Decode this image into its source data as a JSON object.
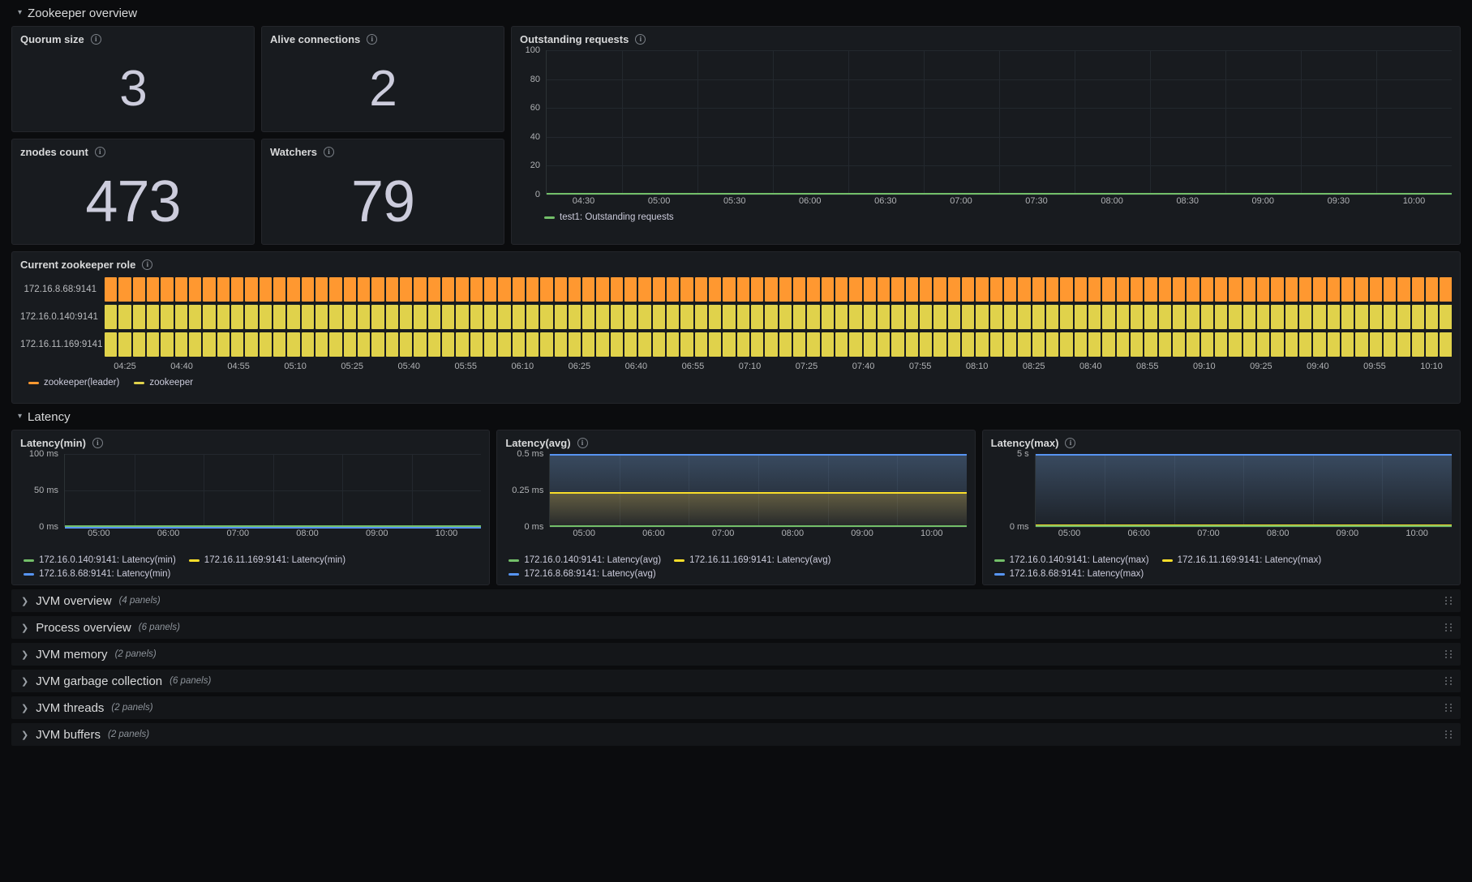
{
  "rows": {
    "zookeeper": {
      "title": "Zookeeper overview",
      "caret": "chevron-down-icon"
    },
    "latency": {
      "title": "Latency",
      "caret": "chevron-down-icon"
    }
  },
  "stats": [
    {
      "title": "Quorum size",
      "value": "3"
    },
    {
      "title": "Alive connections",
      "value": "2"
    },
    {
      "title": "znodes count",
      "value": "473"
    },
    {
      "title": "Watchers",
      "value": "79"
    }
  ],
  "outstanding": {
    "title": "Outstanding requests",
    "legend": [
      {
        "label": "test1: Outstanding requests",
        "color": "#73bf69"
      }
    ]
  },
  "role": {
    "title": "Current zookeeper role",
    "rows": [
      "172.16.8.68:9141",
      "172.16.0.140:9141",
      "172.16.11.169:9141"
    ],
    "legend": [
      {
        "label": "zookeeper(leader)",
        "color": "#ff9830"
      },
      {
        "label": "zookeeper",
        "color": "#e0d24b"
      }
    ],
    "xticks": [
      "04:25",
      "04:40",
      "04:55",
      "05:10",
      "05:25",
      "05:40",
      "05:55",
      "06:10",
      "06:25",
      "06:40",
      "06:55",
      "07:10",
      "07:25",
      "07:40",
      "07:55",
      "08:10",
      "08:25",
      "08:40",
      "08:55",
      "09:10",
      "09:25",
      "09:40",
      "09:55",
      "10:10"
    ]
  },
  "latency_panels": [
    {
      "title": "Latency(min)",
      "legend": [
        {
          "label": "172.16.0.140:9141: Latency(min)",
          "color": "#73bf69"
        },
        {
          "label": "172.16.11.169:9141: Latency(min)",
          "color": "#fade2a"
        },
        {
          "label": "172.16.8.68:9141: Latency(min)",
          "color": "#5794f2"
        }
      ]
    },
    {
      "title": "Latency(avg)",
      "legend": [
        {
          "label": "172.16.0.140:9141: Latency(avg)",
          "color": "#73bf69"
        },
        {
          "label": "172.16.11.169:9141: Latency(avg)",
          "color": "#fade2a"
        },
        {
          "label": "172.16.8.68:9141: Latency(avg)",
          "color": "#5794f2"
        }
      ]
    },
    {
      "title": "Latency(max)",
      "legend": [
        {
          "label": "172.16.0.140:9141: Latency(max)",
          "color": "#73bf69"
        },
        {
          "label": "172.16.11.169:9141: Latency(max)",
          "color": "#fade2a"
        },
        {
          "label": "172.16.8.68:9141: Latency(max)",
          "color": "#5794f2"
        }
      ]
    }
  ],
  "collapsed_rows": [
    {
      "title": "JVM overview",
      "count": "(4 panels)"
    },
    {
      "title": "Process overview",
      "count": "(6 panels)"
    },
    {
      "title": "JVM memory",
      "count": "(2 panels)"
    },
    {
      "title": "JVM garbage collection",
      "count": "(6 panels)"
    },
    {
      "title": "JVM threads",
      "count": "(2 panels)"
    },
    {
      "title": "JVM buffers",
      "count": "(2 panels)"
    }
  ],
  "chart_data": [
    {
      "type": "line",
      "title": "Outstanding requests",
      "xlabel": "",
      "ylabel": "",
      "ylim": [
        0,
        100
      ],
      "yticks": [
        0,
        20,
        40,
        60,
        80,
        100
      ],
      "x": [
        "04:30",
        "05:00",
        "05:30",
        "06:00",
        "06:30",
        "07:00",
        "07:30",
        "08:00",
        "08:30",
        "09:00",
        "09:30",
        "10:00"
      ],
      "series": [
        {
          "name": "test1: Outstanding requests",
          "color": "#73bf69",
          "values": [
            0,
            0,
            0,
            0,
            0,
            0,
            0,
            0,
            0,
            0,
            0,
            0
          ]
        }
      ],
      "grid": true,
      "legend_position": "bottom"
    },
    {
      "type": "heatmap",
      "title": "Current zookeeper role",
      "ylabel": "",
      "categories": [
        "172.16.8.68:9141",
        "172.16.0.140:9141",
        "172.16.11.169:9141"
      ],
      "states": [
        "zookeeper(leader)",
        "zookeeper"
      ],
      "state_colors": {
        "zookeeper(leader)": "#ff9830",
        "zookeeper": "#e0d24b"
      },
      "row_states": [
        "zookeeper(leader)",
        "zookeeper",
        "zookeeper"
      ],
      "x": [
        "04:25",
        "04:40",
        "04:55",
        "05:10",
        "05:25",
        "05:40",
        "05:55",
        "06:10",
        "06:25",
        "06:40",
        "06:55",
        "07:10",
        "07:25",
        "07:40",
        "07:55",
        "08:10",
        "08:25",
        "08:40",
        "08:55",
        "09:10",
        "09:25",
        "09:40",
        "09:55",
        "10:10"
      ],
      "legend_position": "bottom"
    },
    {
      "type": "line",
      "title": "Latency(min)",
      "ylim": [
        0,
        100
      ],
      "yticks": [
        "0 ms",
        "50 ms",
        "100 ms"
      ],
      "ytick_values": [
        0,
        50,
        100
      ],
      "x": [
        "05:00",
        "06:00",
        "07:00",
        "08:00",
        "09:00",
        "10:00"
      ],
      "series": [
        {
          "name": "172.16.0.140:9141: Latency(min)",
          "color": "#73bf69",
          "values": [
            0,
            0,
            0,
            0,
            0,
            0
          ]
        },
        {
          "name": "172.16.11.169:9141: Latency(min)",
          "color": "#fade2a",
          "values": [
            0,
            0,
            0,
            0,
            0,
            0
          ]
        },
        {
          "name": "172.16.8.68:9141: Latency(min)",
          "color": "#5794f2",
          "values": [
            0,
            0,
            0,
            0,
            0,
            0
          ]
        }
      ],
      "grid": true,
      "legend_position": "bottom"
    },
    {
      "type": "area",
      "title": "Latency(avg)",
      "ylim": [
        0,
        0.6
      ],
      "yticks": [
        "0 ms",
        "0.25 ms",
        "0.5 ms"
      ],
      "ytick_values": [
        0,
        0.25,
        0.5
      ],
      "x": [
        "05:00",
        "06:00",
        "07:00",
        "08:00",
        "09:00",
        "10:00"
      ],
      "series": [
        {
          "name": "172.16.8.68:9141: Latency(avg)",
          "color": "#5794f2",
          "values": [
            0.55,
            0.55,
            0.55,
            0.55,
            0.55,
            0.55
          ]
        },
        {
          "name": "172.16.11.169:9141: Latency(avg)",
          "color": "#fade2a",
          "values": [
            0.26,
            0.26,
            0.26,
            0.26,
            0.26,
            0.26
          ]
        },
        {
          "name": "172.16.0.140:9141: Latency(avg)",
          "color": "#73bf69",
          "values": [
            0,
            0,
            0,
            0,
            0,
            0
          ]
        }
      ],
      "grid": true,
      "legend_position": "bottom"
    },
    {
      "type": "area",
      "title": "Latency(max)",
      "ylim": [
        0,
        6
      ],
      "yticks": [
        "0 ms",
        "5 s"
      ],
      "ytick_values": [
        0,
        5
      ],
      "x": [
        "05:00",
        "06:00",
        "07:00",
        "08:00",
        "09:00",
        "10:00"
      ],
      "series": [
        {
          "name": "172.16.8.68:9141: Latency(max)",
          "color": "#5794f2",
          "values": [
            5.6,
            5.6,
            5.6,
            5.6,
            5.6,
            5.6
          ]
        },
        {
          "name": "172.16.11.169:9141: Latency(max)",
          "color": "#fade2a",
          "values": [
            0.1,
            0.1,
            0.1,
            0.1,
            0.1,
            0.1
          ]
        },
        {
          "name": "172.16.0.140:9141: Latency(max)",
          "color": "#73bf69",
          "values": [
            0,
            0,
            0,
            0,
            0,
            0
          ]
        }
      ],
      "grid": true,
      "legend_position": "bottom"
    }
  ],
  "outstanding_xticks": [
    "04:30",
    "05:00",
    "05:30",
    "06:00",
    "06:30",
    "07:00",
    "07:30",
    "08:00",
    "08:30",
    "09:00",
    "09:30",
    "10:00"
  ],
  "latency_xticks": [
    "05:00",
    "06:00",
    "07:00",
    "08:00",
    "09:00",
    "10:00"
  ],
  "latency_yticks": {
    "min": [
      "100 ms",
      "50 ms",
      "0 ms"
    ],
    "avg": [
      "0.5 ms",
      "0.25 ms",
      "0 ms"
    ],
    "max": [
      "5 s",
      "0 ms"
    ]
  },
  "outstanding_yticks": [
    "100",
    "80",
    "60",
    "40",
    "20",
    "0"
  ]
}
